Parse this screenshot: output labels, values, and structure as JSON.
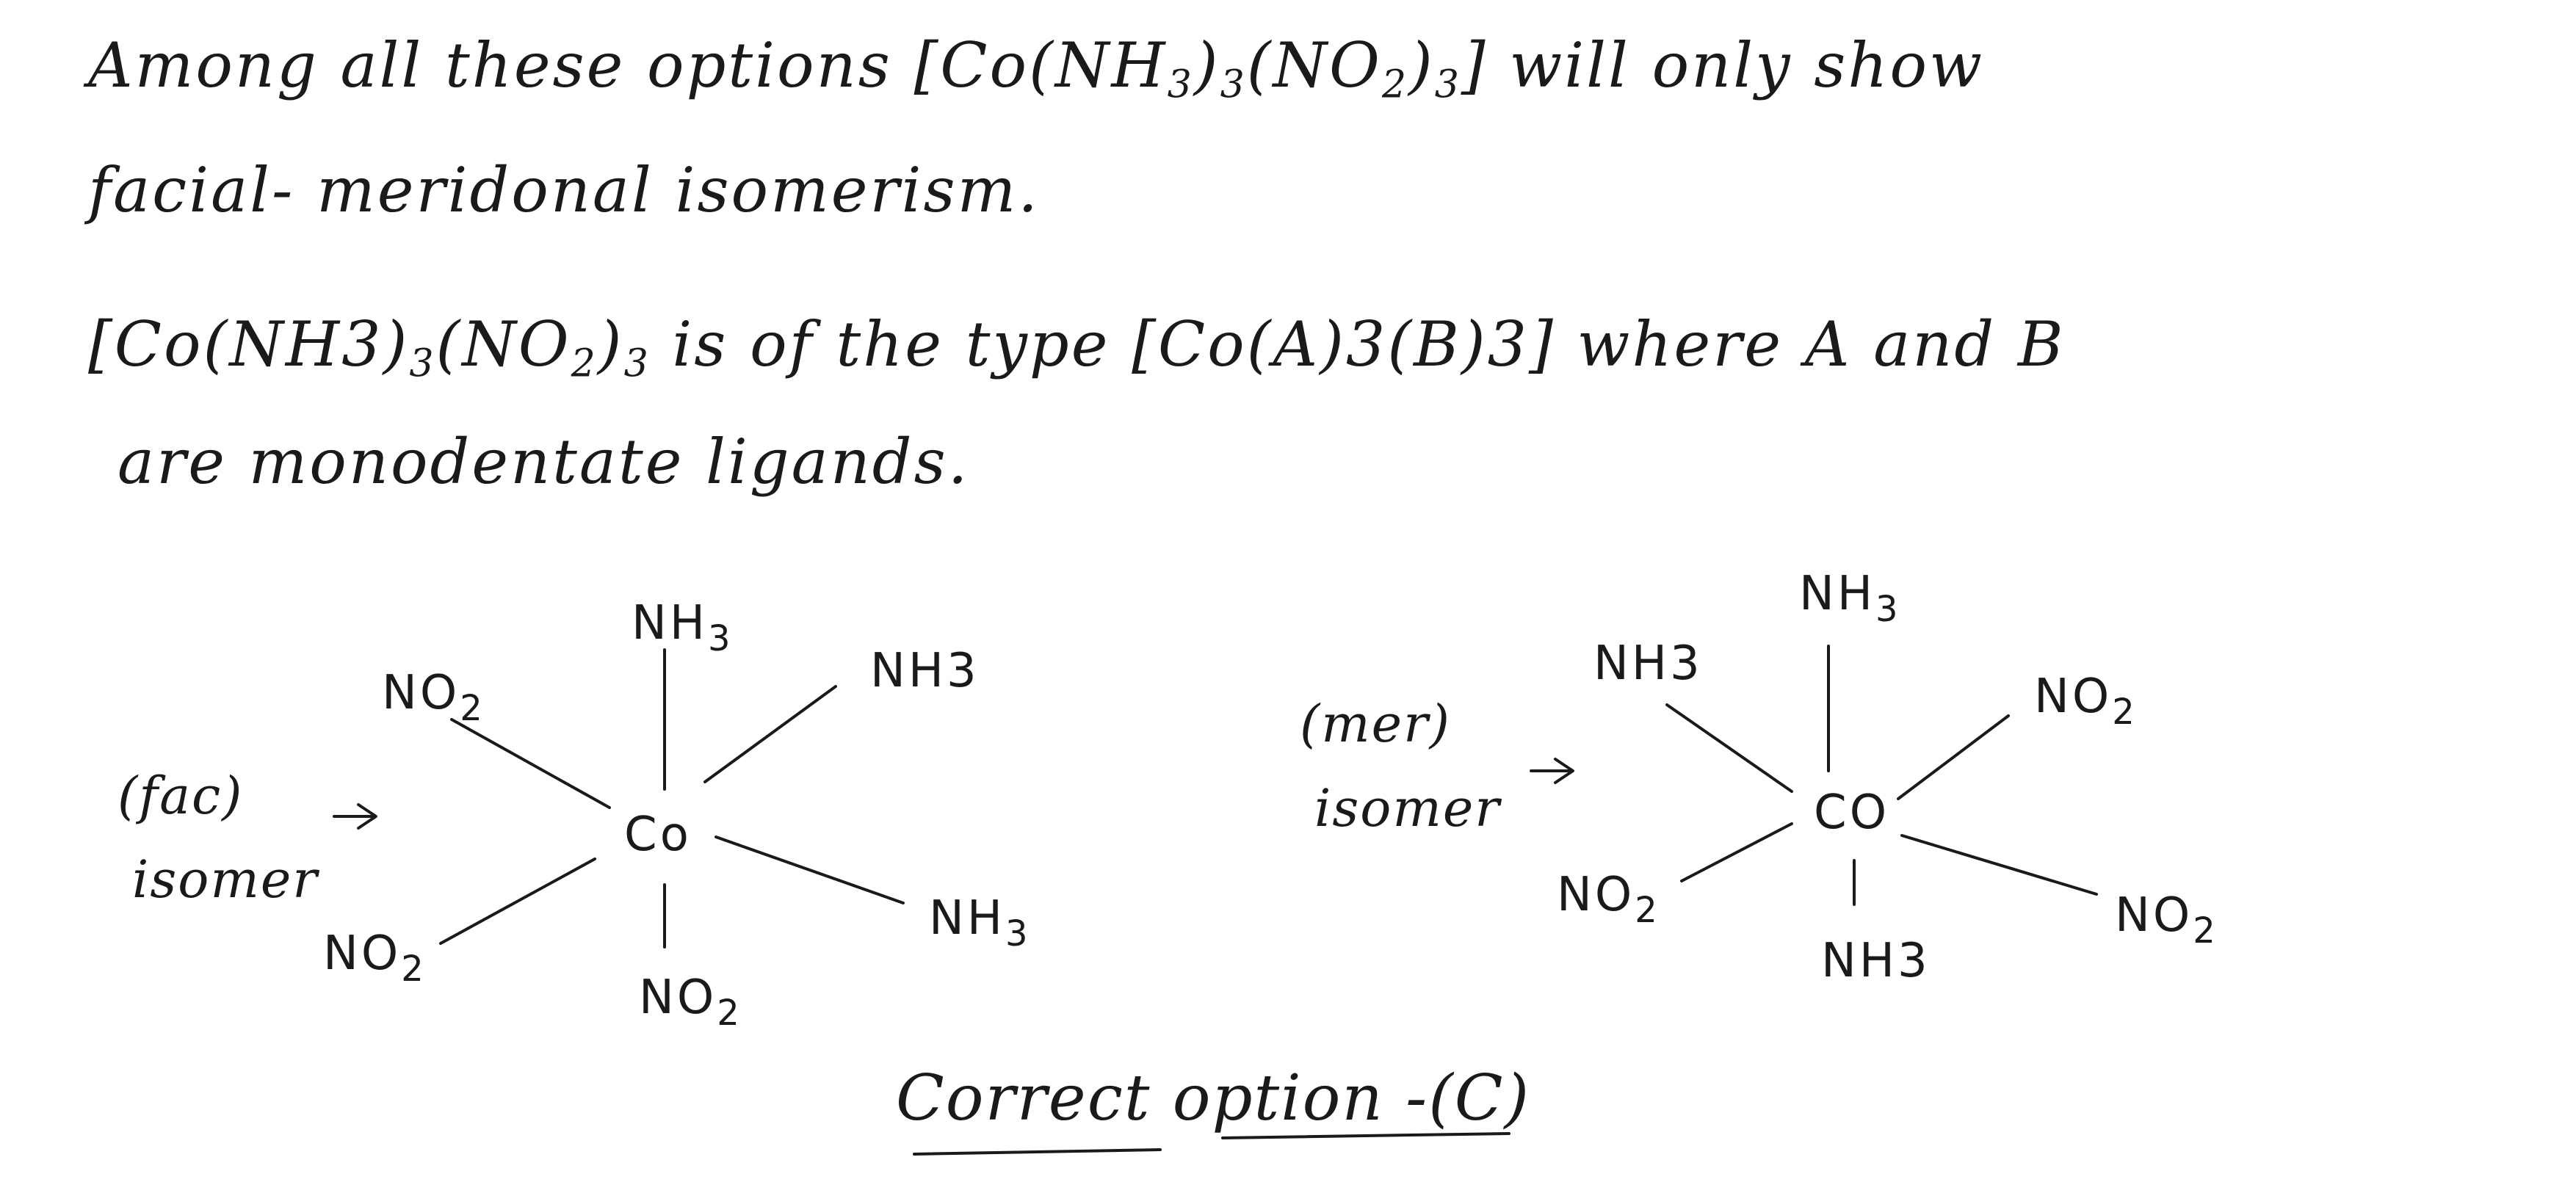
{
  "text": {
    "line1": {
      "before": "Among all these options [Co(NH",
      "sub1": "3",
      "mid1": ")",
      "sub2": "3",
      "mid2": "(NO",
      "sub3": "2",
      "mid3": ")",
      "sub4": "3",
      "after": "] will only show"
    },
    "line2": "facial- meridonal isomerism.",
    "line3": {
      "before": "[Co(NH3)",
      "sub1": "3",
      "mid1": "(NO",
      "sub2": "2",
      "mid2": ")",
      "sub3": "3",
      "after": " is of the type [Co(A)3(B)3] where A and B"
    },
    "line4": "are monodentate ligands."
  },
  "fac_isomer": {
    "caption_line1": "(fac)",
    "caption_line2": "isomer",
    "center": "Co",
    "ligands": {
      "top": {
        "base": "NH",
        "sub": "3"
      },
      "upper_left": {
        "base": "NO",
        "sub": "2"
      },
      "upper_right": {
        "base": "NH3",
        "sub": ""
      },
      "lower_left": {
        "base": "NO",
        "sub": "2"
      },
      "lower_right": {
        "base": "NH",
        "sub": "3"
      },
      "bottom": {
        "base": "NO",
        "sub": "2"
      }
    }
  },
  "mer_isomer": {
    "caption_line1": "(mer)",
    "caption_line2": "isomer",
    "center": "CO",
    "ligands": {
      "top": {
        "base": "NH",
        "sub": "3"
      },
      "upper_left": {
        "base": "NH3",
        "sub": ""
      },
      "upper_right": {
        "base": "NO",
        "sub": "2"
      },
      "lower_left": {
        "base": "NO",
        "sub": "2"
      },
      "lower_right": {
        "base": "NO",
        "sub": "2"
      },
      "bottom": {
        "base": "NH3",
        "sub": ""
      }
    }
  },
  "answer": "Correct option -(C)"
}
